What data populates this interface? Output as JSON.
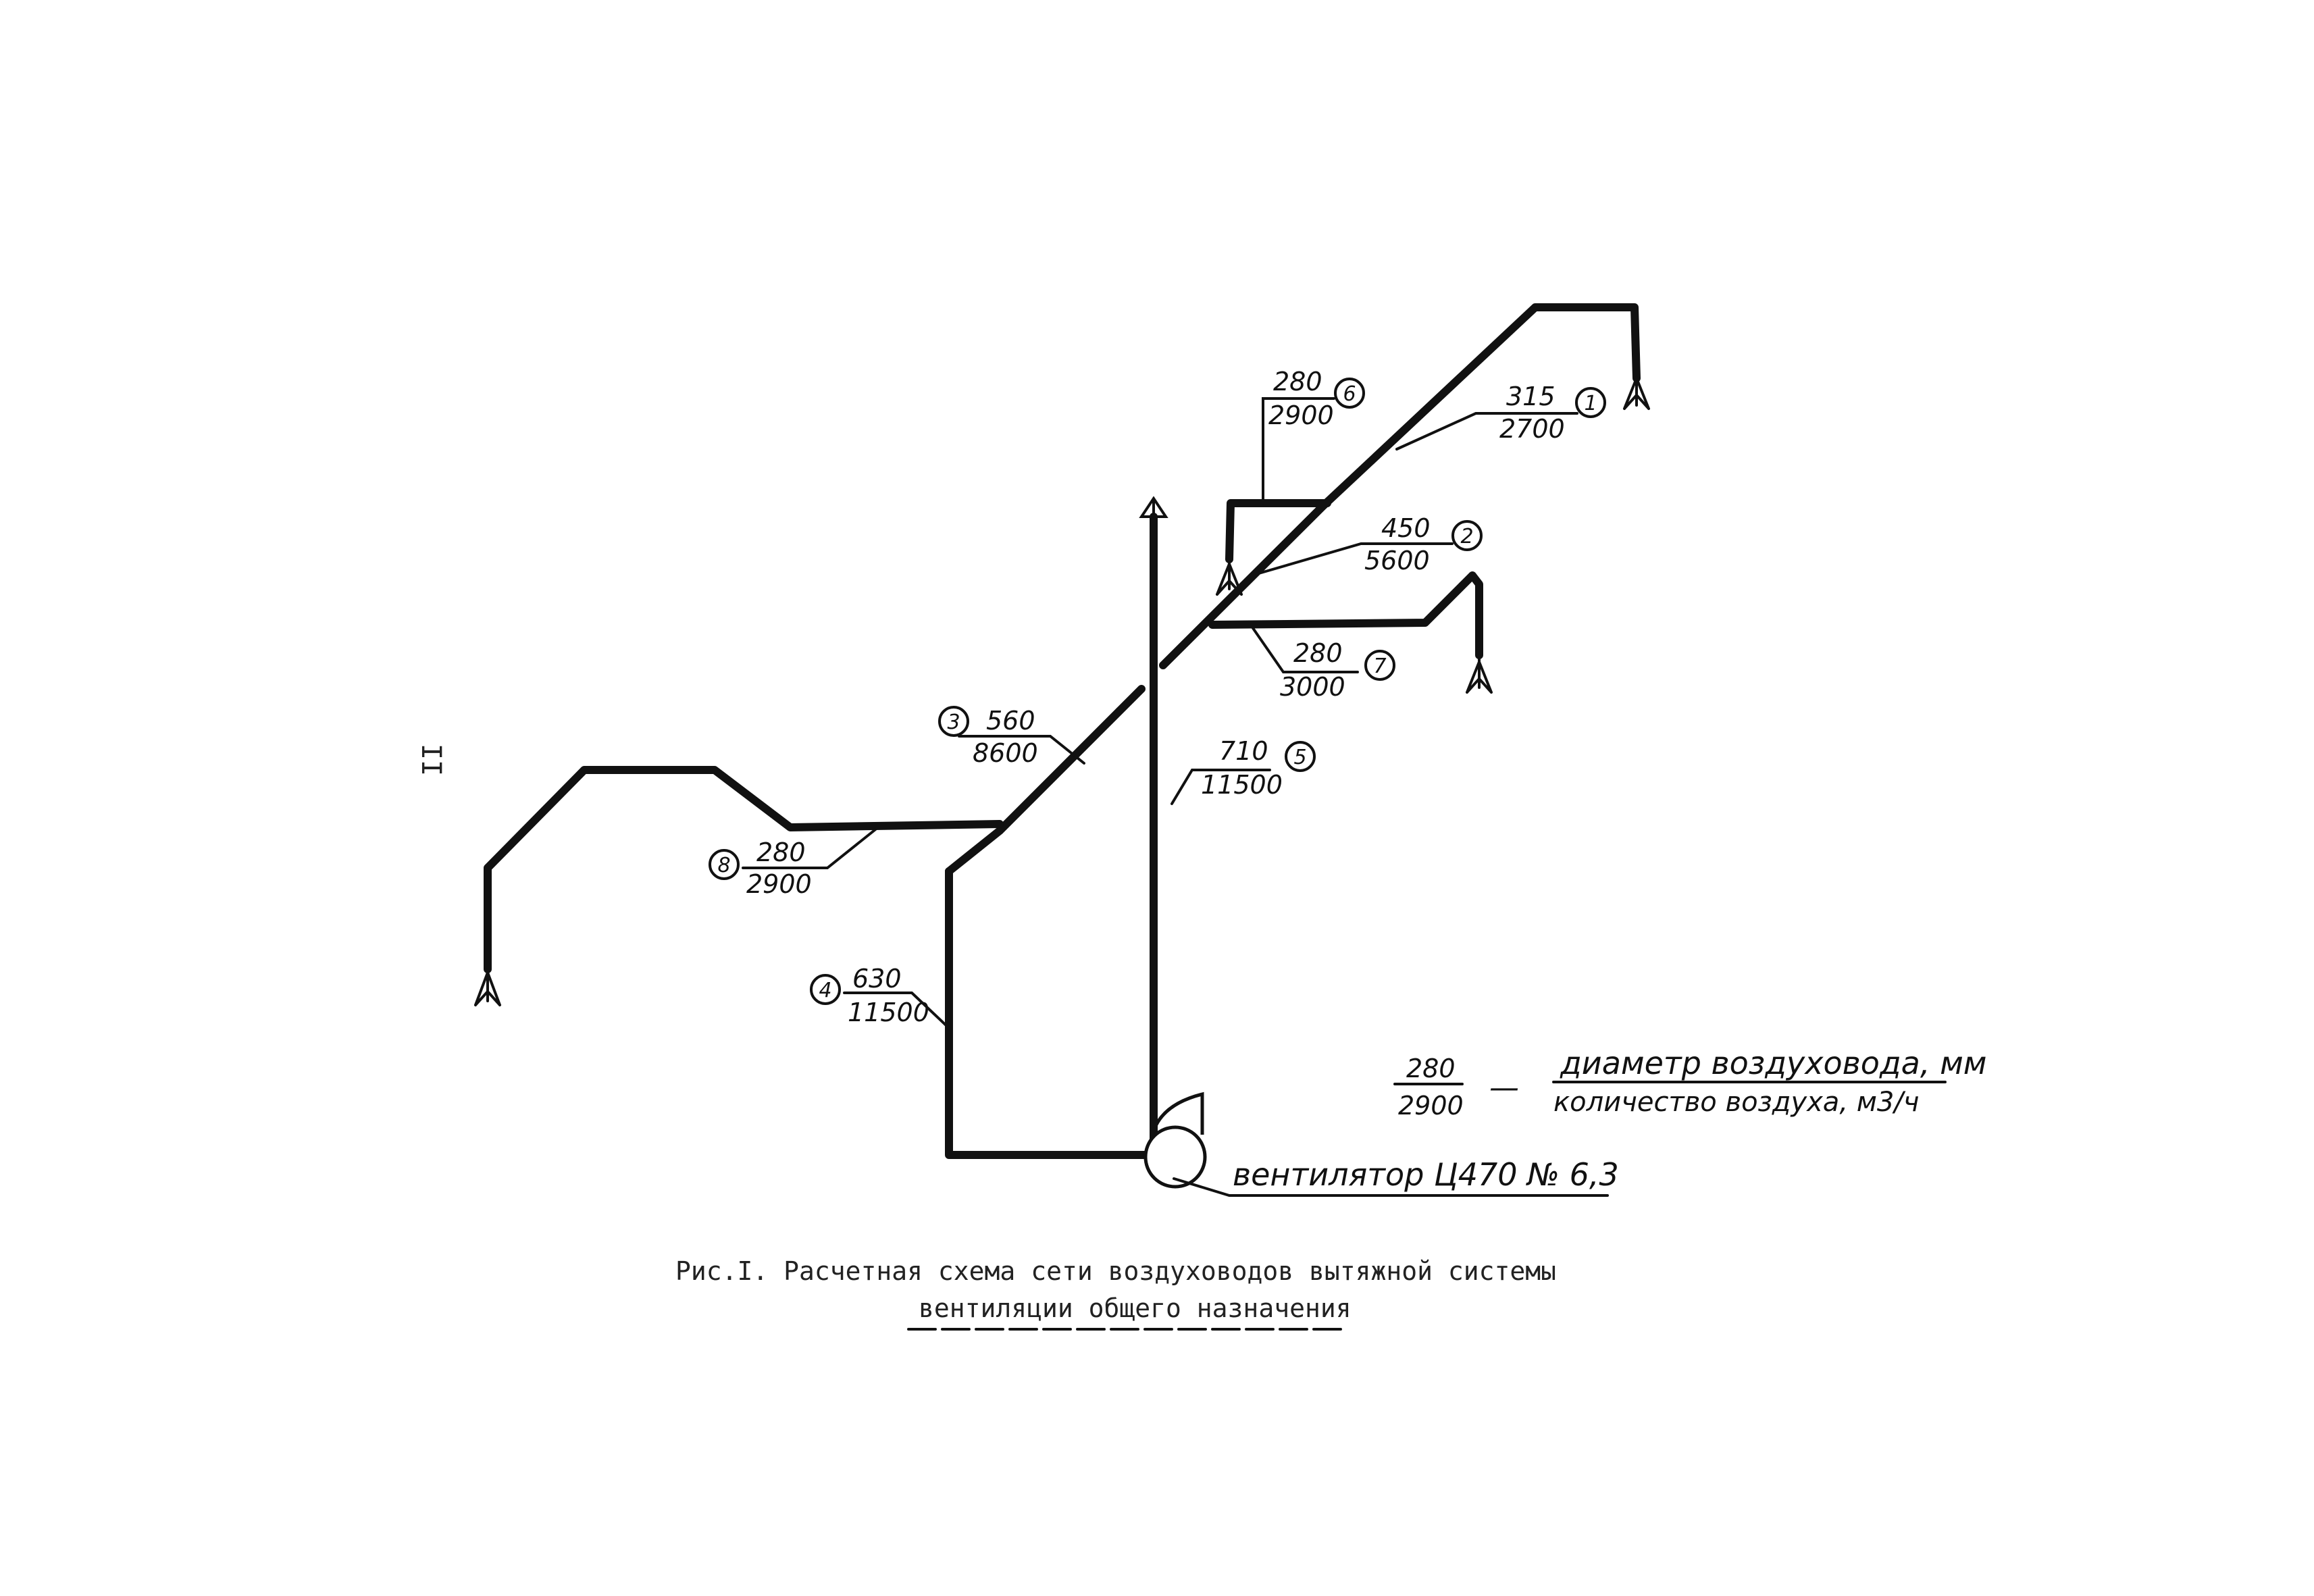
{
  "page_number": "II",
  "segments": [
    {
      "id": "1",
      "diameter": "315",
      "flow": "2700"
    },
    {
      "id": "2",
      "diameter": "450",
      "flow": "5600"
    },
    {
      "id": "3",
      "diameter": "560",
      "flow": "8600"
    },
    {
      "id": "4",
      "diameter": "630",
      "flow": "11500"
    },
    {
      "id": "5",
      "diameter": "710",
      "flow": "11500"
    },
    {
      "id": "6",
      "diameter": "280",
      "flow": "2900"
    },
    {
      "id": "7",
      "diameter": "280",
      "flow": "3000"
    },
    {
      "id": "8",
      "diameter": "280",
      "flow": "2900"
    }
  ],
  "legend": {
    "diameter_example": "280",
    "flow_example": "2900",
    "dash": "—",
    "diameter_text": "диаметр воздуховода, мм",
    "flow_text": "количество воздуха, м3/ч"
  },
  "fan_label": "вентилятор Ц470 № 6,3",
  "caption": {
    "line1": "Рис.I. Расчетная схема сети воздуховодов вытяжной системы",
    "line2": "вентиляции общего назначения"
  }
}
